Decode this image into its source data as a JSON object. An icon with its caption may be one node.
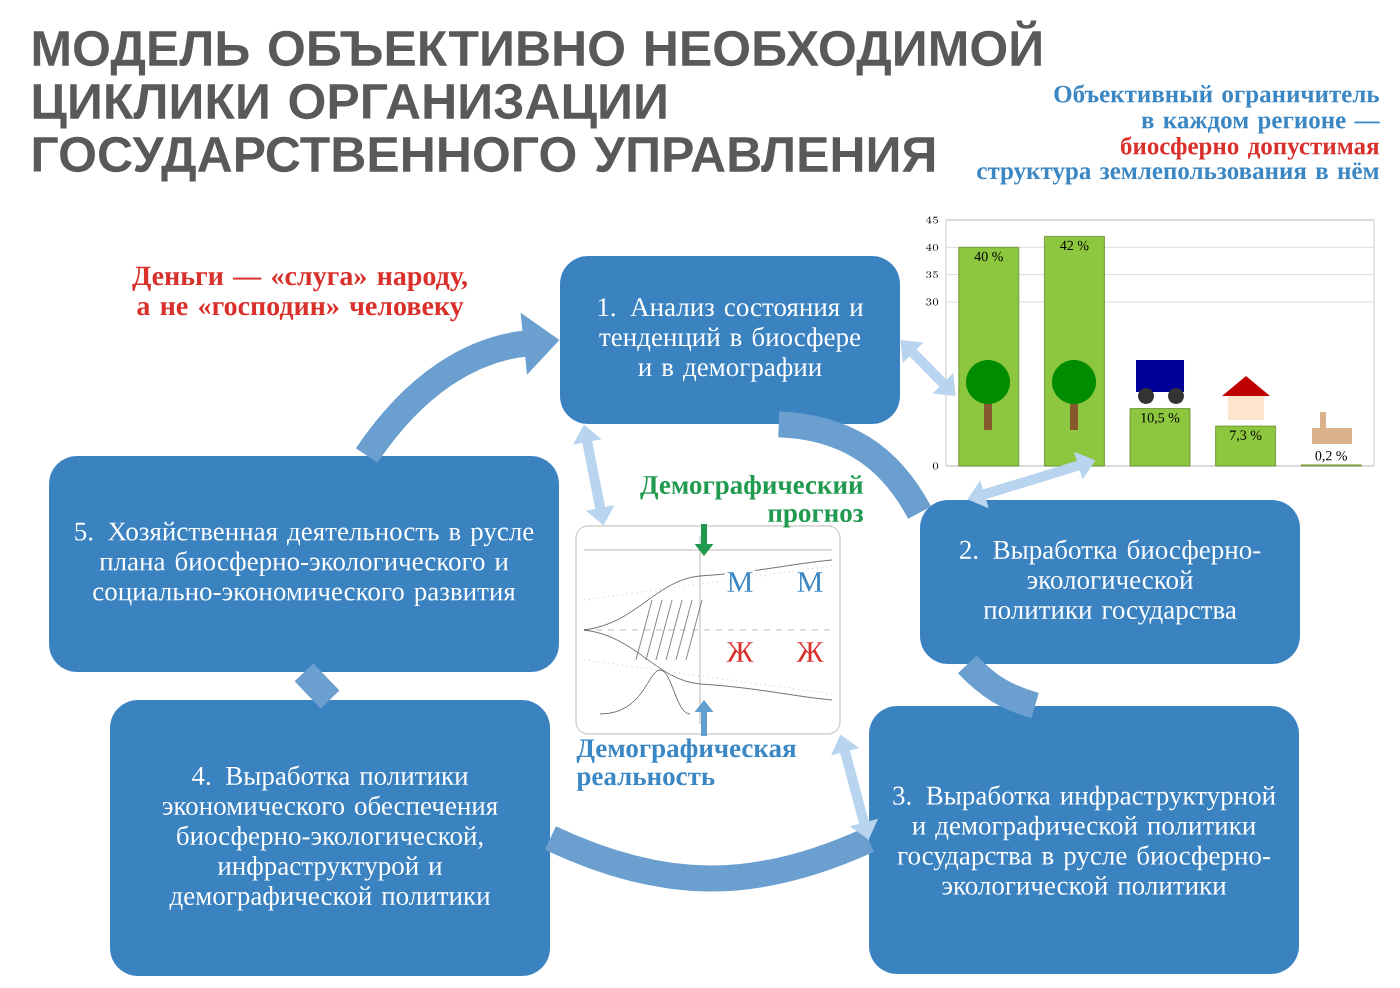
{
  "diagram": {
    "title": "МОДЕЛЬ ОБЪЕКТИВНО НЕОБХОДИМОЙ ЦИКЛИКИ ОРГАНИЗАЦИИ ГОСУДАРСТВЕННОГО УПРАВЛЕНИЯ",
    "nodes": [
      {
        "text": [
          "1. Анализ состояния и тенденций в биосфере и в демографии"
        ]
      },
      {
        "text": [
          "2. Выработка биосферно-экологической политики государства"
        ]
      },
      {
        "text": [
          "3. Выработка инфраструктурной и демографической политики государства в русле биосферно-экологической политики"
        ]
      },
      {
        "text": [
          "4. Выработка политики экономического обеспечения биосферно-экологической, инфраструктурой и демографической политики"
        ]
      },
      {
        "text": [
          "5. Хозяйственная деятельность в русле плана биосферно-экологического и социально-экономического развития"
        ]
      },
      {
        "text": [],
        "shape": "picture"
      },
      {
        "text": [],
        "shape": "picture",
        "beside": [
          "Демографический прогноз",
          "Демографическая реальность"
        ]
      }
    ],
    "edges": [
      {
        "from": 0,
        "to": 1,
        "arrow": "none"
      },
      {
        "from": 1,
        "to": 2,
        "arrow": "none"
      },
      {
        "from": 2,
        "to": 3,
        "arrow": "none"
      },
      {
        "from": 3,
        "to": 4,
        "arrow": "none"
      },
      {
        "from": 4,
        "to": 0,
        "arrow": "to"
      },
      {
        "from": 0,
        "to": 5,
        "arrow": "both",
        "color": "#b9d4ee"
      },
      {
        "from": 5,
        "to": 1,
        "arrow": "both",
        "color": "#b9d4ee"
      },
      {
        "from": 0,
        "to": 6,
        "arrow": "both",
        "color": "#b9d4ee"
      },
      {
        "from": 6,
        "to": 2,
        "arrow": "both",
        "color": "#b9d4ee"
      }
    ],
    "labels": [
      "Деньги — «слуга» народу, а не «господин» человеку",
      "Объективный ограничитель в каждом регионе —",
      "биосферно допустимая",
      "структура землепользования в нём",
      "М",
      "М",
      "Ж",
      "Ж"
    ],
    "chart_data": {
      "type": "bar",
      "grid": true,
      "values": [
        40,
        42,
        10.5,
        7.3,
        0.2
      ],
      "ylim": [
        0,
        45
      ],
      "yticks": [
        0,
        30,
        35,
        40,
        45
      ],
      "value_labels": [
        "40 %",
        "42 %",
        "10,5 %",
        "7,3 %",
        "0,2 %"
      ]
    }
  }
}
